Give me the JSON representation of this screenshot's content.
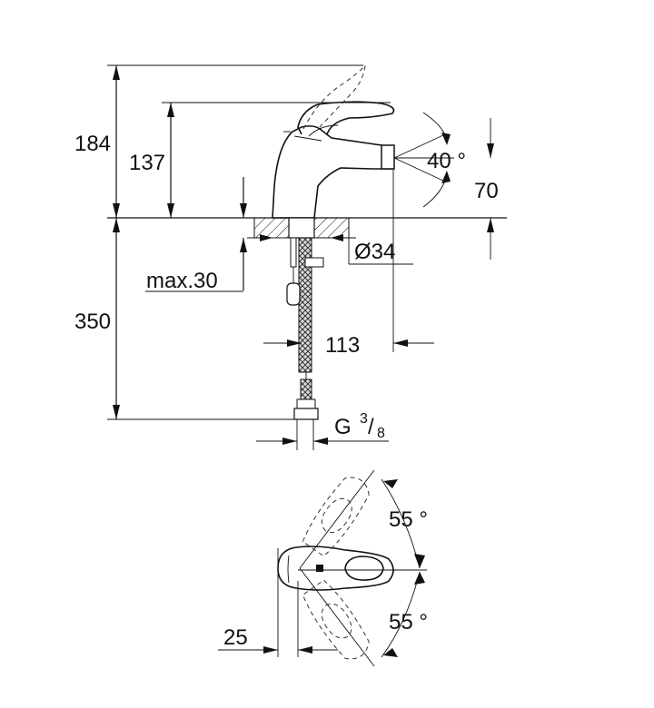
{
  "side_view": {
    "height_overall": "184",
    "height_spout": "137",
    "spout_angle": "40 °",
    "spout_height": "70",
    "hole_diameter": "Ø34",
    "max_thickness": "max.30",
    "hose_length": "350",
    "spout_reach": "113",
    "connection_base": "G",
    "connection_num": "3",
    "connection_den": "8"
  },
  "top_view": {
    "rotation_upper": "55 °",
    "rotation_lower": "55 °",
    "offset": "25"
  }
}
